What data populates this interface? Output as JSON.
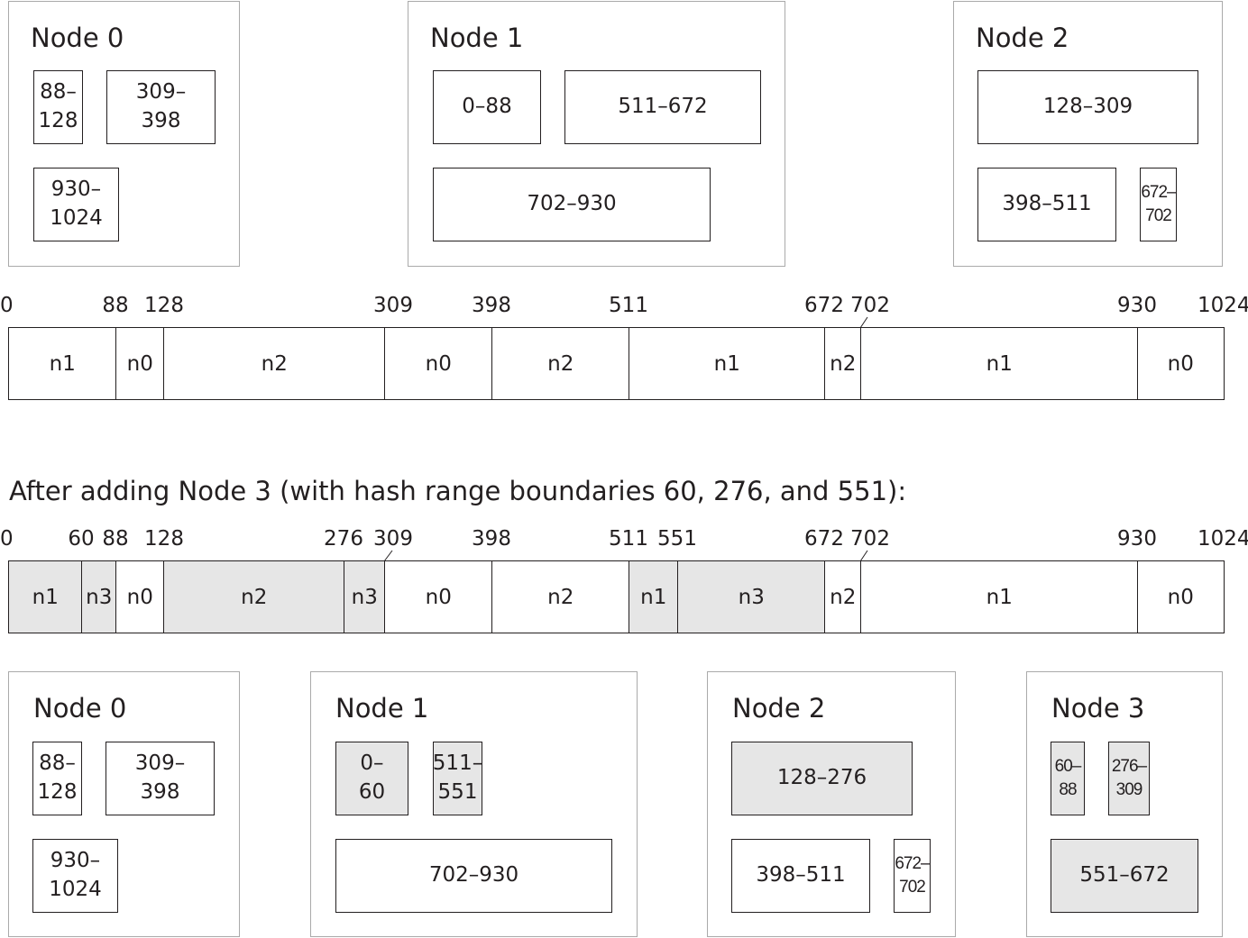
{
  "before": {
    "nodes": [
      {
        "title": "Node 0",
        "ranges": [
          "88–\n128",
          "309–\n398",
          "930–\n1024"
        ]
      },
      {
        "title": "Node 1",
        "ranges": [
          "0–88",
          "511–672",
          "702–930"
        ]
      },
      {
        "title": "Node 2",
        "ranges": [
          "128–309",
          "398–511",
          "672–\n702"
        ]
      }
    ],
    "ticks": [
      "0",
      "88",
      "128",
      "309",
      "398",
      "511",
      "672",
      "702",
      "930",
      "1024"
    ],
    "segments": [
      "n1",
      "n0",
      "n2",
      "n0",
      "n2",
      "n1",
      "n2",
      "n1",
      "n0"
    ]
  },
  "caption": "After adding Node 3 (with hash range boundaries 60, 276, and 551):",
  "after": {
    "ticks": [
      "0",
      "60",
      "88",
      "128",
      "276",
      "309",
      "398",
      "511",
      "551",
      "672",
      "702",
      "930",
      "1024"
    ],
    "segments": [
      "n1",
      "n3",
      "n0",
      "n2",
      "n3",
      "n0",
      "n2",
      "n1",
      "n3",
      "n2",
      "n1",
      "n0"
    ],
    "nodes": [
      {
        "title": "Node 0",
        "ranges": [
          "88–\n128",
          "309–\n398",
          "930–\n1024"
        ]
      },
      {
        "title": "Node 1",
        "ranges": [
          "0–\n60",
          "511–\n551",
          "702–930"
        ]
      },
      {
        "title": "Node 2",
        "ranges": [
          "128–276",
          "398–511",
          "672–\n702"
        ]
      },
      {
        "title": "Node 3",
        "ranges": [
          "60–\n88",
          "276–\n309",
          "551–672"
        ]
      }
    ]
  },
  "colors": {
    "moved_fill": "#e6e6e6",
    "node_border": "#aaaaaa",
    "line": "#231f20"
  }
}
